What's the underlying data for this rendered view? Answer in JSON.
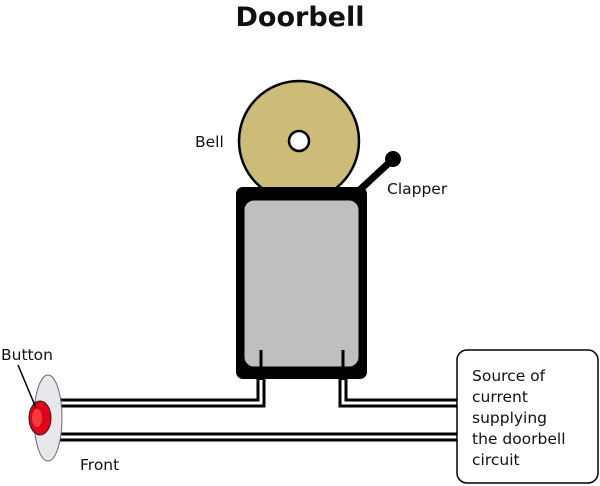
{
  "title": "Doorbell",
  "labels": {
    "bell": "Bell",
    "clapper": "Clapper",
    "button": "Button",
    "front": "Front"
  },
  "source_box": {
    "lines": [
      "Source of",
      "current",
      "supplying",
      "the doorbell",
      "circuit"
    ]
  },
  "colors": {
    "bell": "#cdbb78",
    "housing_fill": "#bfbfbf",
    "housing_stroke": "#000000",
    "button": "#e3001b",
    "button_plate": "#e8e8ec",
    "wire": "#000000"
  }
}
